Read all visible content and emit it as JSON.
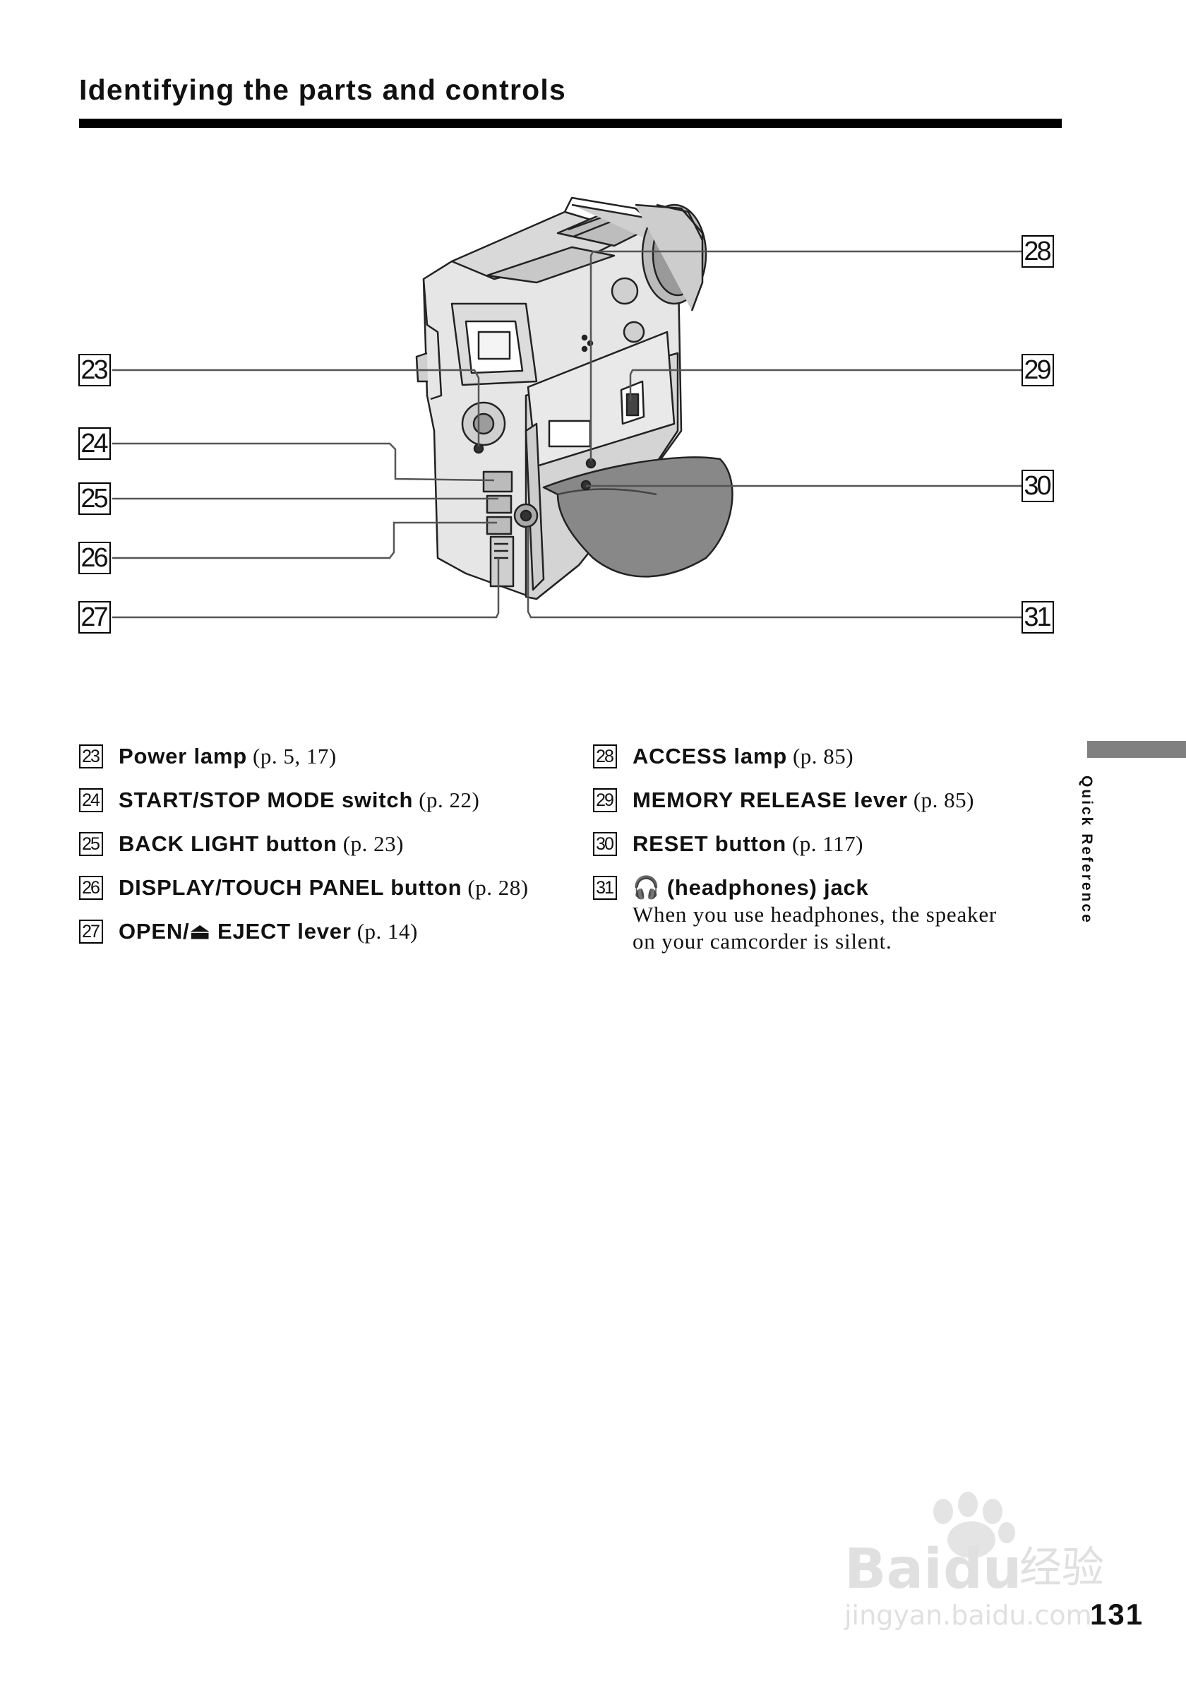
{
  "page": {
    "title": "Identifying the parts and controls",
    "section_tab": "Quick Reference",
    "page_number": "131"
  },
  "callouts": [
    "23",
    "24",
    "25",
    "26",
    "27",
    "28",
    "29",
    "30",
    "31"
  ],
  "items_left": [
    {
      "num": "23",
      "label": "Power lamp",
      "page": "(p. 5, 17)"
    },
    {
      "num": "24",
      "label": "START/STOP MODE switch",
      "page": "(p. 22)"
    },
    {
      "num": "25",
      "label": "BACK LIGHT button",
      "page": "(p. 23)"
    },
    {
      "num": "26",
      "label": "DISPLAY/TOUCH PANEL button",
      "page": "(p. 28)"
    },
    {
      "num": "27",
      "label": "OPEN/⏏ EJECT lever",
      "page": "(p. 14)"
    }
  ],
  "items_right": [
    {
      "num": "28",
      "label": "ACCESS lamp",
      "page": "(p. 85)"
    },
    {
      "num": "29",
      "label": "MEMORY RELEASE lever",
      "page": "(p. 85)"
    },
    {
      "num": "30",
      "label": "RESET button",
      "page": "(p. 117)"
    },
    {
      "num": "31",
      "label": "🎧 (headphones) jack",
      "page": "",
      "note_line1": "When you use headphones, the speaker",
      "note_line2": "on your camcorder is silent."
    }
  ],
  "watermark": {
    "brand": "Bai",
    "brand2": "du",
    "cn": "经验",
    "url": "jingyan.baidu.com"
  }
}
